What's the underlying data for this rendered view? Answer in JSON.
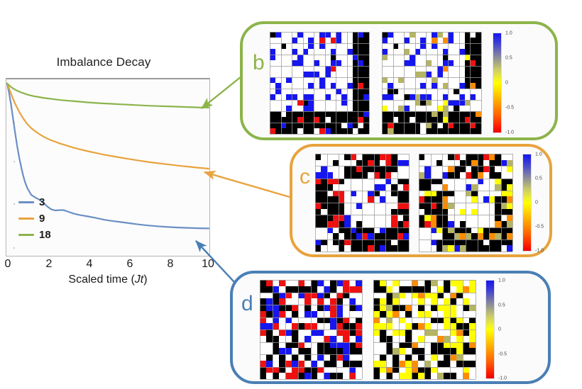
{
  "figure": {
    "background": "#ffffff"
  },
  "chart_data": {
    "type": "line",
    "title": "Imbalance Decay",
    "xlabel_prefix": "Scaled time (",
    "xlabel_italic": "Jt",
    "xlabel_suffix": ")",
    "ylabel": "",
    "xlim": [
      0,
      10
    ],
    "ylim": [
      0,
      1
    ],
    "grid": false,
    "legend_position": "lower-left",
    "xticks": [
      0,
      2,
      4,
      6,
      8,
      10
    ],
    "yticks": [],
    "x": [
      0,
      0.1,
      0.2,
      0.3,
      0.4,
      0.5,
      0.6,
      0.7,
      0.8,
      0.9,
      1.0,
      1.2,
      1.4,
      1.6,
      1.8,
      2.0,
      2.2,
      2.4,
      2.6,
      2.8,
      3.0,
      3.3,
      3.6,
      4.0,
      4.4,
      4.8,
      5.2,
      5.6,
      6.0,
      6.5,
      7.0,
      7.5,
      8.0,
      8.5,
      9.0,
      9.5,
      10.0
    ],
    "series": [
      {
        "name": "3",
        "label": "3",
        "color": "#6b8fc4",
        "values": [
          0.985,
          0.93,
          0.86,
          0.78,
          0.7,
          0.625,
          0.56,
          0.505,
          0.455,
          0.415,
          0.385,
          0.345,
          0.33,
          0.318,
          0.3,
          0.278,
          0.262,
          0.256,
          0.258,
          0.258,
          0.25,
          0.238,
          0.23,
          0.222,
          0.213,
          0.203,
          0.196,
          0.19,
          0.184,
          0.176,
          0.17,
          0.165,
          0.161,
          0.158,
          0.156,
          0.154,
          0.153
        ]
      },
      {
        "name": "9",
        "label": "9",
        "color": "#e8a33d",
        "values": [
          0.985,
          0.955,
          0.925,
          0.895,
          0.868,
          0.845,
          0.822,
          0.802,
          0.784,
          0.768,
          0.752,
          0.728,
          0.71,
          0.694,
          0.68,
          0.668,
          0.658,
          0.65,
          0.641,
          0.634,
          0.627,
          0.616,
          0.607,
          0.596,
          0.586,
          0.576,
          0.568,
          0.56,
          0.552,
          0.543,
          0.534,
          0.527,
          0.52,
          0.513,
          0.507,
          0.501,
          0.496
        ]
      },
      {
        "name": "18",
        "label": "18",
        "color": "#8cb44a",
        "values": [
          0.985,
          0.974,
          0.964,
          0.956,
          0.949,
          0.943,
          0.938,
          0.933,
          0.929,
          0.925,
          0.921,
          0.915,
          0.91,
          0.906,
          0.902,
          0.899,
          0.896,
          0.893,
          0.89,
          0.888,
          0.886,
          0.883,
          0.88,
          0.876,
          0.873,
          0.87,
          0.868,
          0.865,
          0.863,
          0.86,
          0.857,
          0.855,
          0.853,
          0.851,
          0.849,
          0.847,
          0.846
        ]
      }
    ]
  },
  "annotations": {
    "arrows": [
      {
        "name": "arrow-to-green-curve",
        "color": "#8cb44a",
        "from_panel": "b",
        "to_series": "18"
      },
      {
        "name": "arrow-to-orange-curve",
        "color": "#e8a33d",
        "from_panel": "c",
        "to_series": "9"
      },
      {
        "name": "arrow-to-blue-curve",
        "color": "#4a7fb5",
        "from_panel": "d",
        "to_series": "3"
      }
    ]
  },
  "panels": [
    {
      "id": "b",
      "label": "b",
      "border_color": "#8cb44a",
      "colorbar": {
        "ticks": [
          "1.0",
          "0.5",
          "0",
          "-0.5",
          "-1.0"
        ],
        "vmin": -1.0,
        "vmax": 1.0
      }
    },
    {
      "id": "c",
      "label": "c",
      "border_color": "#e8a33d",
      "colorbar": {
        "ticks": [
          "1.0",
          "0.5",
          "0",
          "-0.5",
          "-1.0"
        ],
        "vmin": -1.0,
        "vmax": 1.0
      }
    },
    {
      "id": "d",
      "label": "d",
      "border_color": "#4a7fb5",
      "colorbar": {
        "ticks": [
          "1.0",
          "0.5",
          "0",
          "-0.5",
          "-1.0"
        ],
        "vmin": -1.0,
        "vmax": 1.0
      }
    }
  ],
  "colors": {
    "blue_cell": "#1616ee",
    "red_cell": "#ee1111",
    "black_cell": "#000000",
    "white_cell": "#ffffff",
    "yellow_cell": "#ffff00",
    "orange_cell": "#ff8c00",
    "olive_cell": "#b5b464",
    "gridline": "#9a9a9a"
  }
}
